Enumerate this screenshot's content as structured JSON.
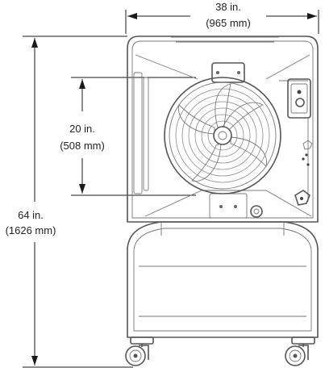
{
  "dimensions": {
    "width": {
      "imperial": "38 in.",
      "metric": "(965 mm)"
    },
    "height": {
      "imperial": "64 in.",
      "metric": "(1626 mm)"
    },
    "fan_diameter": {
      "imperial": "20 in.",
      "metric": "(508 mm)"
    }
  },
  "colors": {
    "line": "#1a1a1a",
    "outline": "#555555",
    "text": "#222222"
  },
  "icons": [
    "fan-icon",
    "control-panel-icon",
    "caster-icon"
  ]
}
